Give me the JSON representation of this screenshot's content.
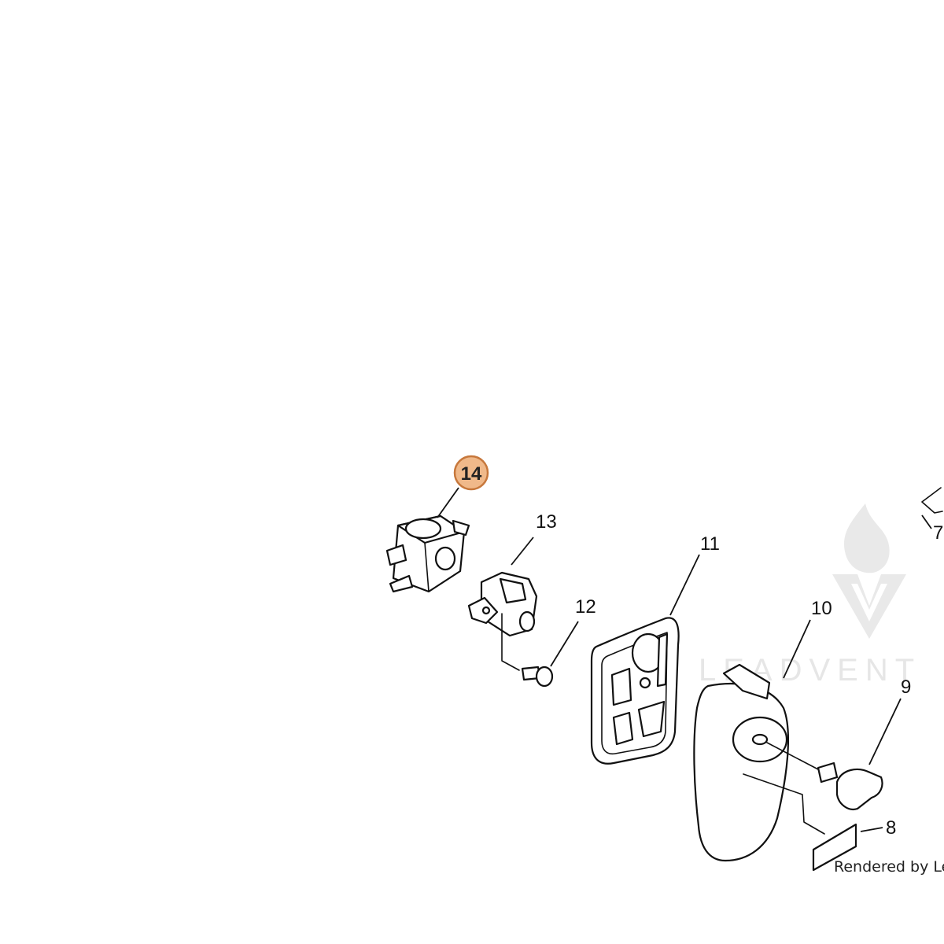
{
  "diagram": {
    "callouts": [
      {
        "id": "14",
        "label": "14",
        "highlighted": true
      },
      {
        "id": "13",
        "label": "13"
      },
      {
        "id": "12",
        "label": "12"
      },
      {
        "id": "11",
        "label": "11"
      },
      {
        "id": "10",
        "label": "10"
      },
      {
        "id": "9",
        "label": "9"
      },
      {
        "id": "8",
        "label": "8"
      },
      {
        "id": "7",
        "label": "7"
      }
    ],
    "watermark_text": "LEADVENT",
    "render_credit": "Rendered by Lead",
    "colors": {
      "highlight_fill": "#f0b98a",
      "highlight_stroke": "#c7783c",
      "line": "#111111",
      "watermark": "#e6e6e6"
    }
  }
}
